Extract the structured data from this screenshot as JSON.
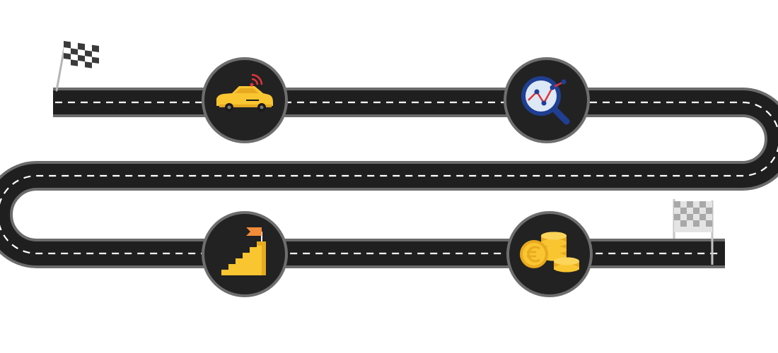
{
  "colors": {
    "road_asphalt": "#1f1f1f",
    "road_edge": "#6b6b6b",
    "lane_dash": "#ffffff",
    "node_fill": "#222222",
    "node_ring": "#6e6e6e",
    "accent_yellow": "#f9c531",
    "accent_orange": "#f28c38",
    "accent_red": "#e0343a",
    "accent_blue": "#1f3f93",
    "lens_fill": "#dce8f6",
    "flag_gray": "#a8a8a8"
  },
  "milestones": [
    {
      "id": "connected-car",
      "icon": "connected-car-icon"
    },
    {
      "id": "data-analytics",
      "icon": "analytics-magnifier-icon"
    },
    {
      "id": "goal-staircase",
      "icon": "stairs-flag-icon"
    },
    {
      "id": "euro-savings",
      "icon": "euro-coins-icon"
    }
  ],
  "flags": {
    "start": "checkered-flag-icon",
    "finish": "finish-flag-icon"
  }
}
